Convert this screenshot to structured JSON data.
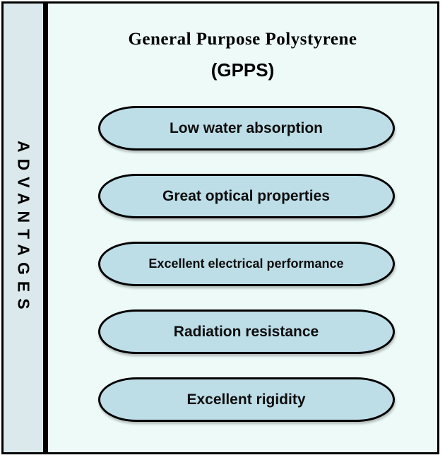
{
  "sidebar": {
    "label": "ADVANTAGES"
  },
  "header": {
    "title": "General Purpose Polystyrene",
    "subtitle": "(GPPS)"
  },
  "advantages": {
    "items": [
      "Low water absorption",
      "Great optical properties",
      "Excellent electrical performance",
      "Radiation resistance",
      "Excellent rigidity"
    ]
  },
  "colors": {
    "sidebar_bg": "#dbe9ec",
    "main_bg": "#edfaf7",
    "pill_bg": "#bddde7",
    "border": "#000000",
    "text": "#0d0d0d"
  }
}
